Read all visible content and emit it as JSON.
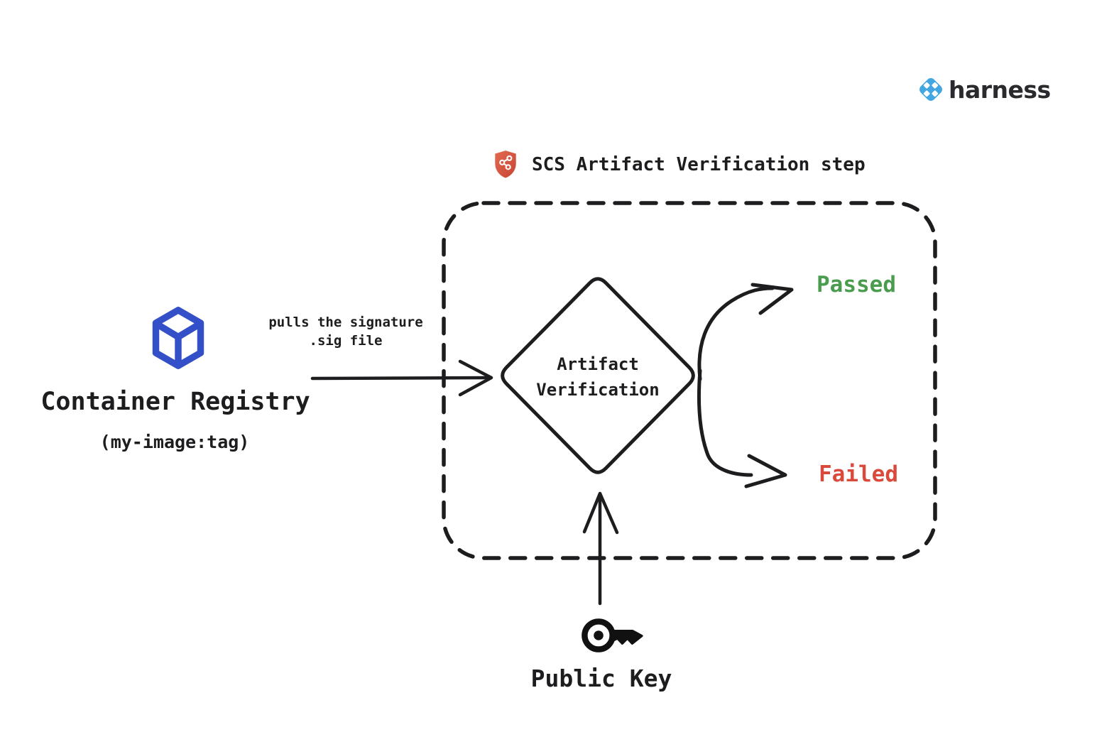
{
  "brand": {
    "name": "harness",
    "icon": "harness-logo-icon",
    "icon_color": "#42a7e0"
  },
  "title": {
    "label": "SCS Artifact Verification step",
    "icon": "scs-shield-icon",
    "icon_color": "#d95b43"
  },
  "nodes": {
    "container_registry": {
      "label": "Container Registry",
      "sublabel": "(my-image:tag)",
      "icon": "container-cube-icon",
      "icon_color": "#3350c8"
    },
    "artifact_verification": {
      "label_line1": "Artifact",
      "label_line2": "Verification",
      "shape": "diamond"
    },
    "public_key": {
      "label": "Public Key",
      "icon": "key-icon"
    }
  },
  "edges": {
    "pull": {
      "from": "container_registry",
      "to": "artifact_verification",
      "label_line1": "pulls the signature",
      "label_line2": ".sig file"
    },
    "public_key_input": {
      "from": "public_key",
      "to": "artifact_verification"
    },
    "passed": {
      "from": "artifact_verification",
      "label": "Passed",
      "color": "#4a9d4e"
    },
    "failed": {
      "from": "artifact_verification",
      "label": "Failed",
      "color": "#d94a3d"
    }
  },
  "container": {
    "style": "dashed-rounded-rect",
    "stroke_color": "#1d1d1f"
  }
}
